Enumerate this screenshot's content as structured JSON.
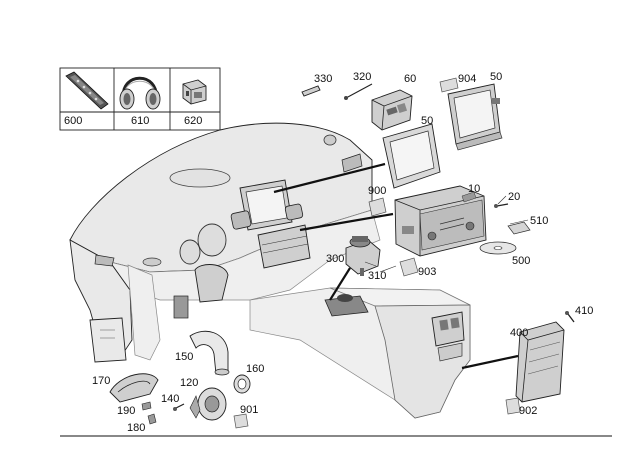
{
  "diagram": {
    "callouts": [
      {
        "id": "c600",
        "text": "600"
      },
      {
        "id": "c610",
        "text": "610"
      },
      {
        "id": "c620",
        "text": "620"
      },
      {
        "id": "c330",
        "text": "330"
      },
      {
        "id": "c320",
        "text": "320"
      },
      {
        "id": "c60",
        "text": "60"
      },
      {
        "id": "c904",
        "text": "904"
      },
      {
        "id": "c50a",
        "text": "50"
      },
      {
        "id": "c50b",
        "text": "50"
      },
      {
        "id": "c900",
        "text": "900"
      },
      {
        "id": "c10",
        "text": "10"
      },
      {
        "id": "c20",
        "text": "20"
      },
      {
        "id": "c510",
        "text": "510"
      },
      {
        "id": "c500",
        "text": "500"
      },
      {
        "id": "c300",
        "text": "300"
      },
      {
        "id": "c310",
        "text": "310"
      },
      {
        "id": "c903",
        "text": "903"
      },
      {
        "id": "c410",
        "text": "410"
      },
      {
        "id": "c400",
        "text": "400"
      },
      {
        "id": "c902",
        "text": "902"
      },
      {
        "id": "c150",
        "text": "150"
      },
      {
        "id": "c160",
        "text": "160"
      },
      {
        "id": "c170",
        "text": "170"
      },
      {
        "id": "c120",
        "text": "120"
      },
      {
        "id": "c140",
        "text": "140"
      },
      {
        "id": "c190",
        "text": "190"
      },
      {
        "id": "c180",
        "text": "180"
      },
      {
        "id": "c901",
        "text": "901"
      }
    ]
  }
}
